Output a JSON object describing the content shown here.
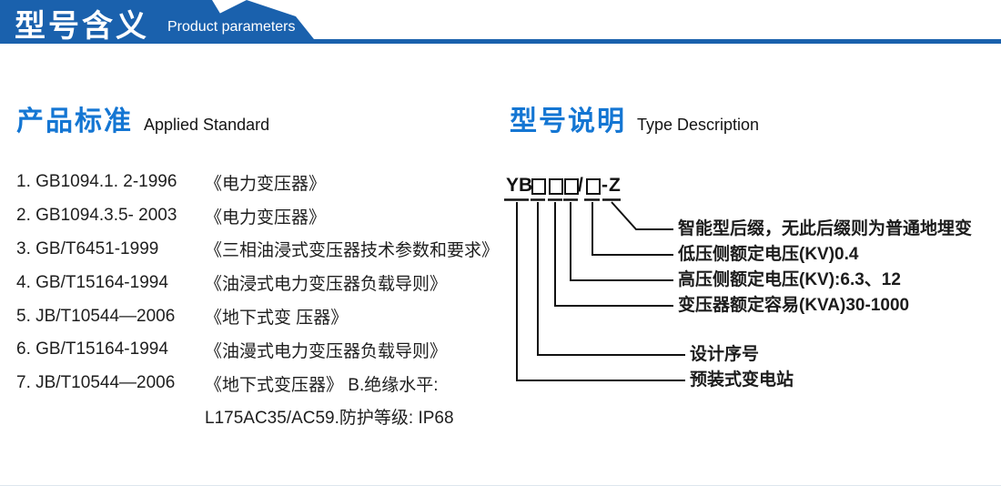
{
  "header": {
    "title": "型号含义",
    "subtitle": "Product parameters"
  },
  "standards": {
    "heading_zh": "产品标准",
    "heading_en": "Applied Standard",
    "items": [
      {
        "code": "1. GB1094.1. 2-1996",
        "desc": "《电力变压器》"
      },
      {
        "code": "2. GB1094.3.5- 2003",
        "desc": "《电力变压器》"
      },
      {
        "code": "3. GB/T6451-1999",
        "desc": "《三相油浸式变压器技术参数和要求》"
      },
      {
        "code": "4. GB/T15164-1994",
        "desc": "《油浸式电力变压器负载导则》"
      },
      {
        "code": "5. JB/T10544—2006",
        "desc": "《地下式变 压器》"
      },
      {
        "code": "6. GB/T15164-1994",
        "desc": "《油漫式电力变压器负载导则》"
      },
      {
        "code": "7. JB/T10544—2006",
        "desc": "《地下式变压器》 B.绝缘水平:"
      },
      {
        "code": "",
        "desc": "L175AC35/AC59.防护等级: IP68"
      }
    ]
  },
  "model": {
    "heading_zh": "型号说明",
    "heading_en": "Type Description",
    "code": {
      "prefix": "YB",
      "slash": "/",
      "dash": "-",
      "suffix": "Z"
    },
    "labels": [
      "智能型后缀，无此后缀则为普通地埋变",
      "低压侧额定电压(KV)0.4",
      "高压侧额定电压(KV):6.3、12",
      "变压器额定容易(KVA)30-1000",
      "设计序号",
      "预装式变电站"
    ]
  },
  "colors": {
    "banner_blue": "#1a61ad",
    "heading_blue": "#1476d3",
    "line_black": "#111111"
  }
}
